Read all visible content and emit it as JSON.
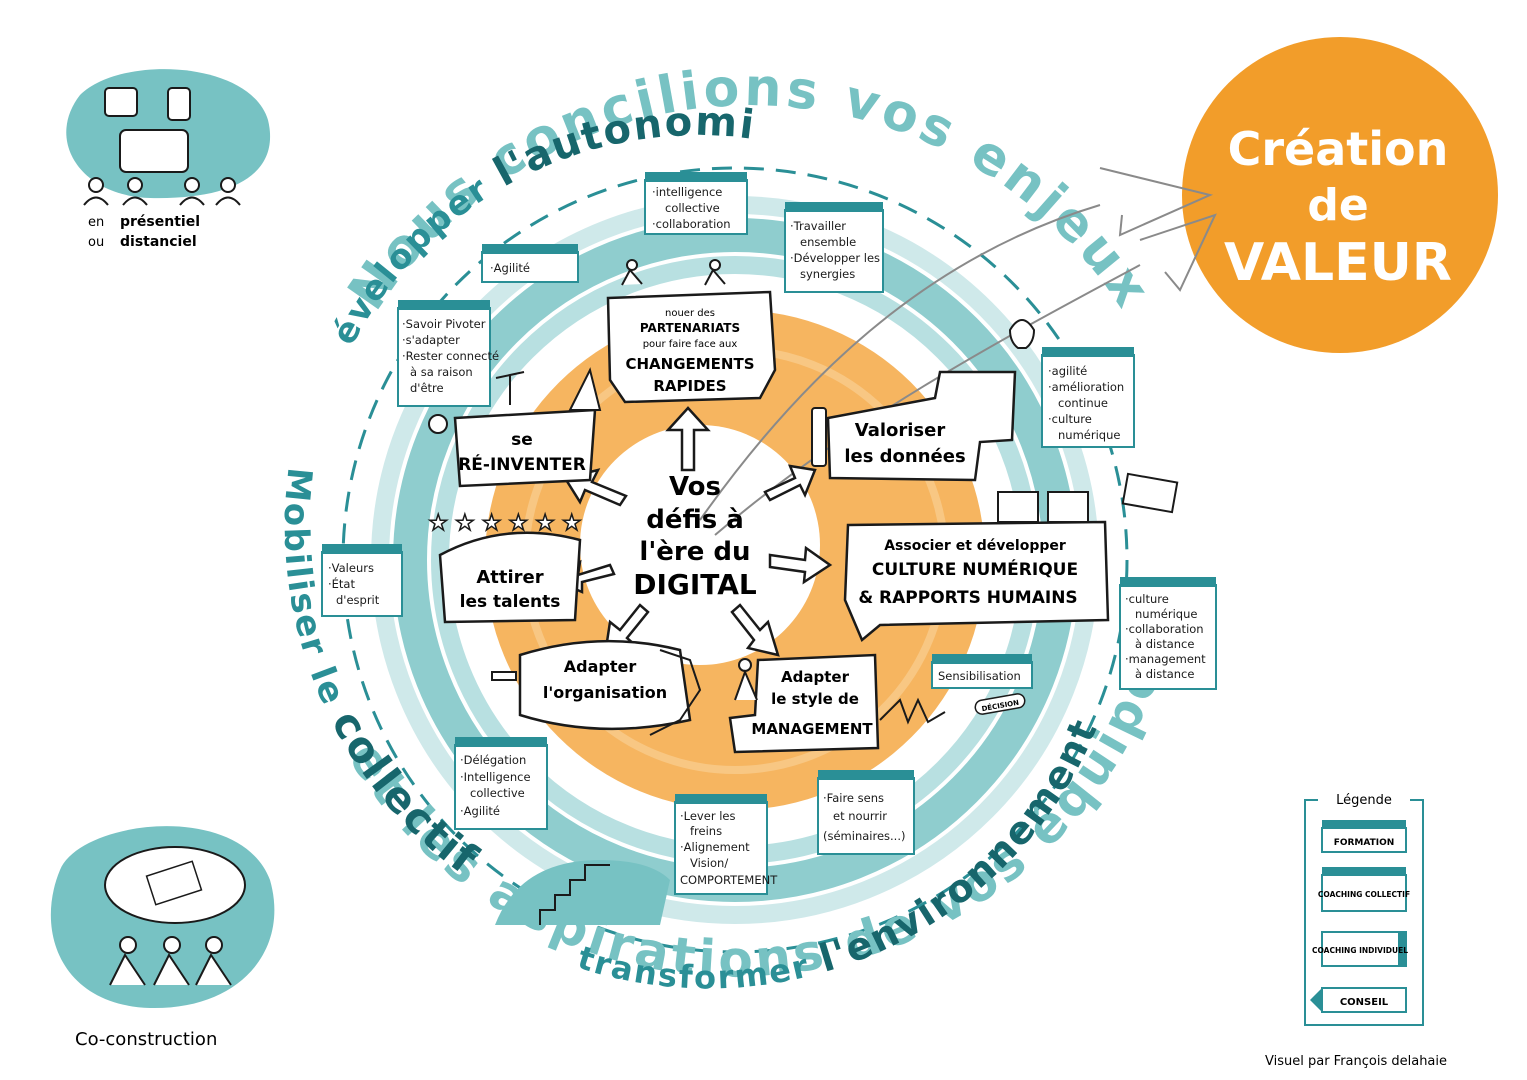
{
  "center": [
    "Vos",
    "défis à",
    "l'ère du",
    "DIGITAL"
  ],
  "outer_ring": {
    "top": "Nous concilions vos enjeux",
    "bottom": "et les aspirations de vos équipes"
  },
  "inner_ring": {
    "top": [
      "développer",
      "l'autonomie"
    ],
    "left": [
      "Mobiliser",
      "le",
      "collectif"
    ],
    "bottom": [
      "transformer",
      "l'environnement"
    ]
  },
  "value_circle": [
    "Création",
    "de",
    "VALEUR"
  ],
  "corner_top": [
    "en",
    "présentiel",
    "ou",
    "distanciel"
  ],
  "corner_bottom": "Co-construction",
  "challenges": {
    "partnerships": [
      "nouer des",
      "PARTENARIATS",
      "pour faire face aux",
      "CHANGEMENTS",
      "RAPIDES"
    ],
    "reinvent": [
      "se",
      "RÉ-INVENTER"
    ],
    "data": [
      "Valoriser",
      "les données"
    ],
    "talents": [
      "Attirer",
      "les talents"
    ],
    "culture": [
      "Associer et développer",
      "CULTURE NUMÉRIQUE",
      "& RAPPORTS HUMAINS"
    ],
    "organisation": [
      "Adapter",
      "l'organisation"
    ],
    "management": [
      "Adapter",
      "le style de",
      "MANAGEMENT"
    ]
  },
  "notes": {
    "intelligence": [
      "·intelligence",
      "collective",
      "·collaboration"
    ],
    "travailler": [
      "·Travailler",
      "ensemble",
      "·Développer les",
      "synergies"
    ],
    "agilite_top": [
      "·Agilité"
    ],
    "pivoter": [
      "·Savoir Pivoter",
      "·s'adapter",
      "·Rester connecté",
      "à sa raison",
      "d'être"
    ],
    "agilite_right": [
      "·agilité",
      "·amélioration",
      "continue",
      "·culture",
      "numérique"
    ],
    "valeurs": [
      "·Valeurs",
      "·État",
      "d'esprit"
    ],
    "culture_num": [
      "·culture",
      "numérique",
      "·collaboration",
      "à distance",
      "·management",
      "à distance"
    ],
    "sensibilisation": [
      "Sensibilisation"
    ],
    "delegation": [
      "·Délégation",
      "·Intelligence",
      "collective",
      "·Agilité"
    ],
    "lever": [
      "·Lever les",
      "freins",
      "·Alignement",
      "Vision/",
      "COMPORTEMENT"
    ],
    "faire_sens": [
      "·Faire sens",
      "et nourrir",
      "(séminaires...)"
    ]
  },
  "decision_label": "DÉCISION",
  "legend": {
    "title": "Légende",
    "items": [
      "FORMATION",
      "COACHING COLLECTIF",
      "COACHING INDIVIDUEL",
      "CONSEIL"
    ]
  },
  "credit": "Visuel par François delahaie",
  "colors": {
    "teal": "#77c2c3",
    "teal_dark": "#2a8f96",
    "orange": "#f4a236",
    "orange_light": "#f8c27a"
  }
}
